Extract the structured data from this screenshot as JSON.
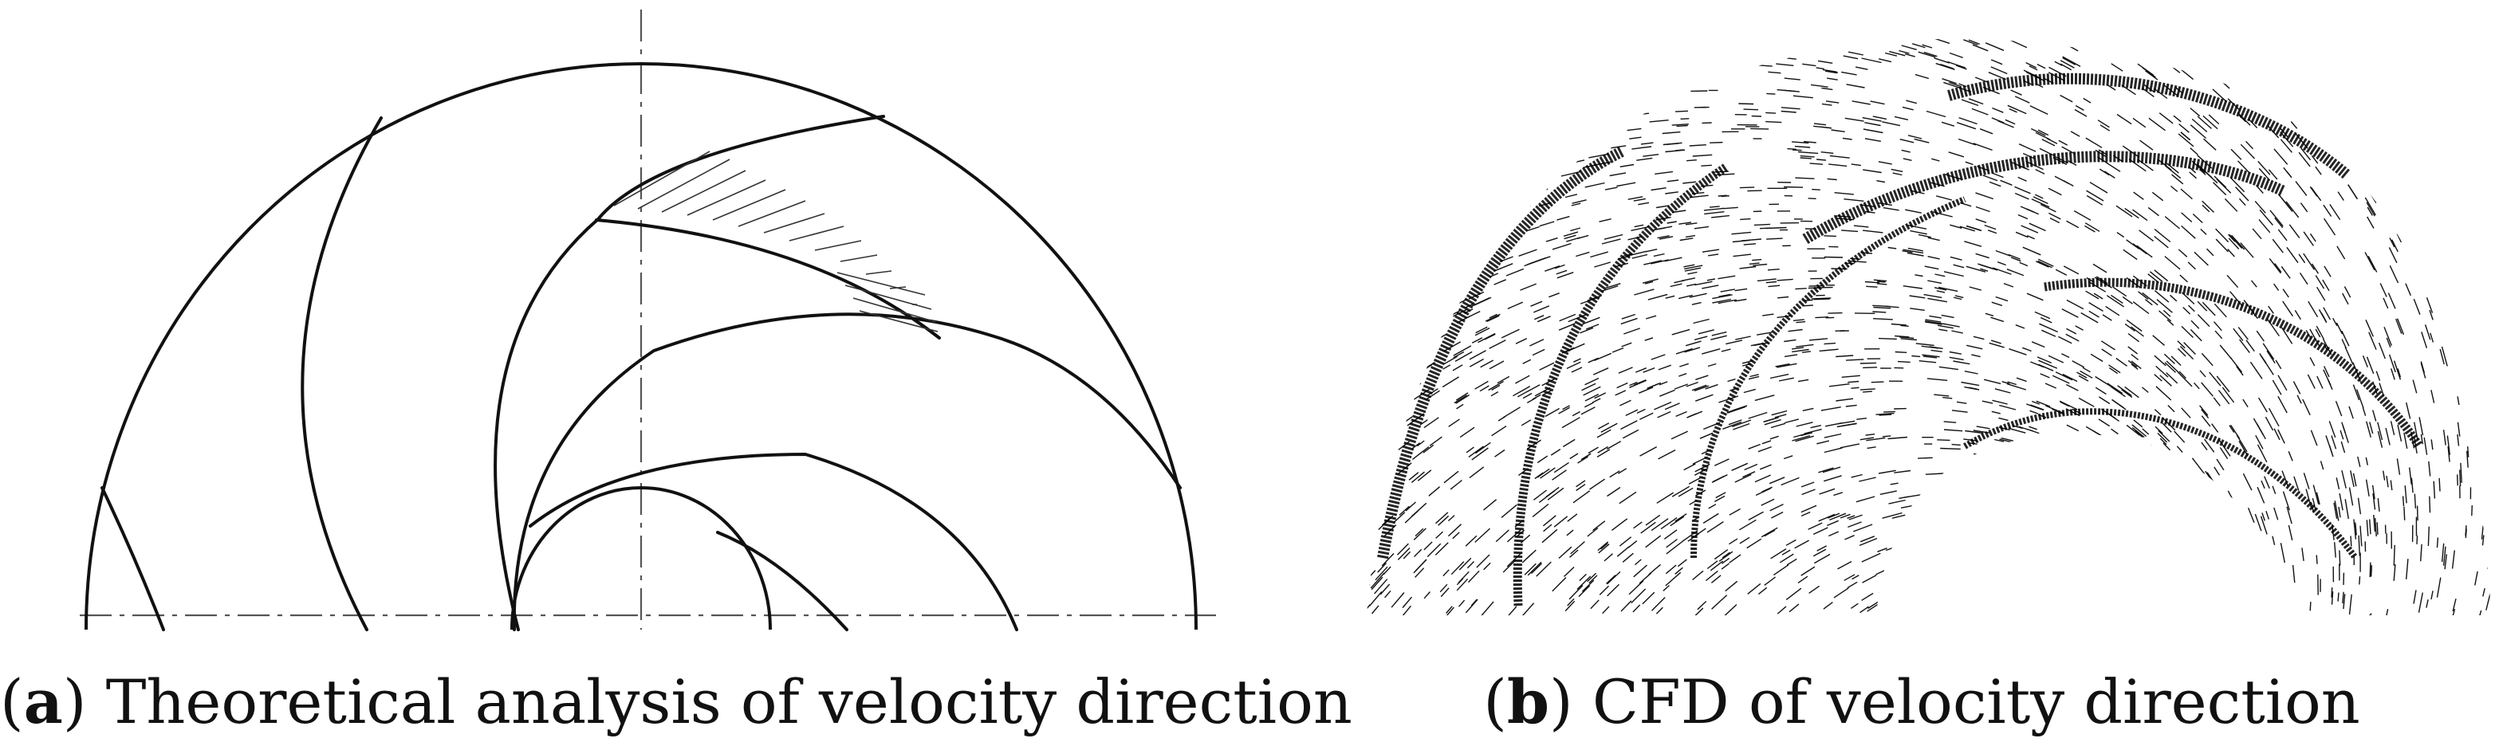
{
  "figure": {
    "panel_a": {
      "caption": {
        "open": "(",
        "letter": "a",
        "close": ")",
        "text": " Theoretical analysis of velocity direction"
      }
    },
    "panel_b": {
      "caption": {
        "open": "(",
        "letter": "b",
        "close": ")",
        "text": " CFD of velocity direction"
      }
    }
  },
  "colors": {
    "ink": "#111111",
    "centerline": "#555555",
    "background": "#ffffff"
  }
}
